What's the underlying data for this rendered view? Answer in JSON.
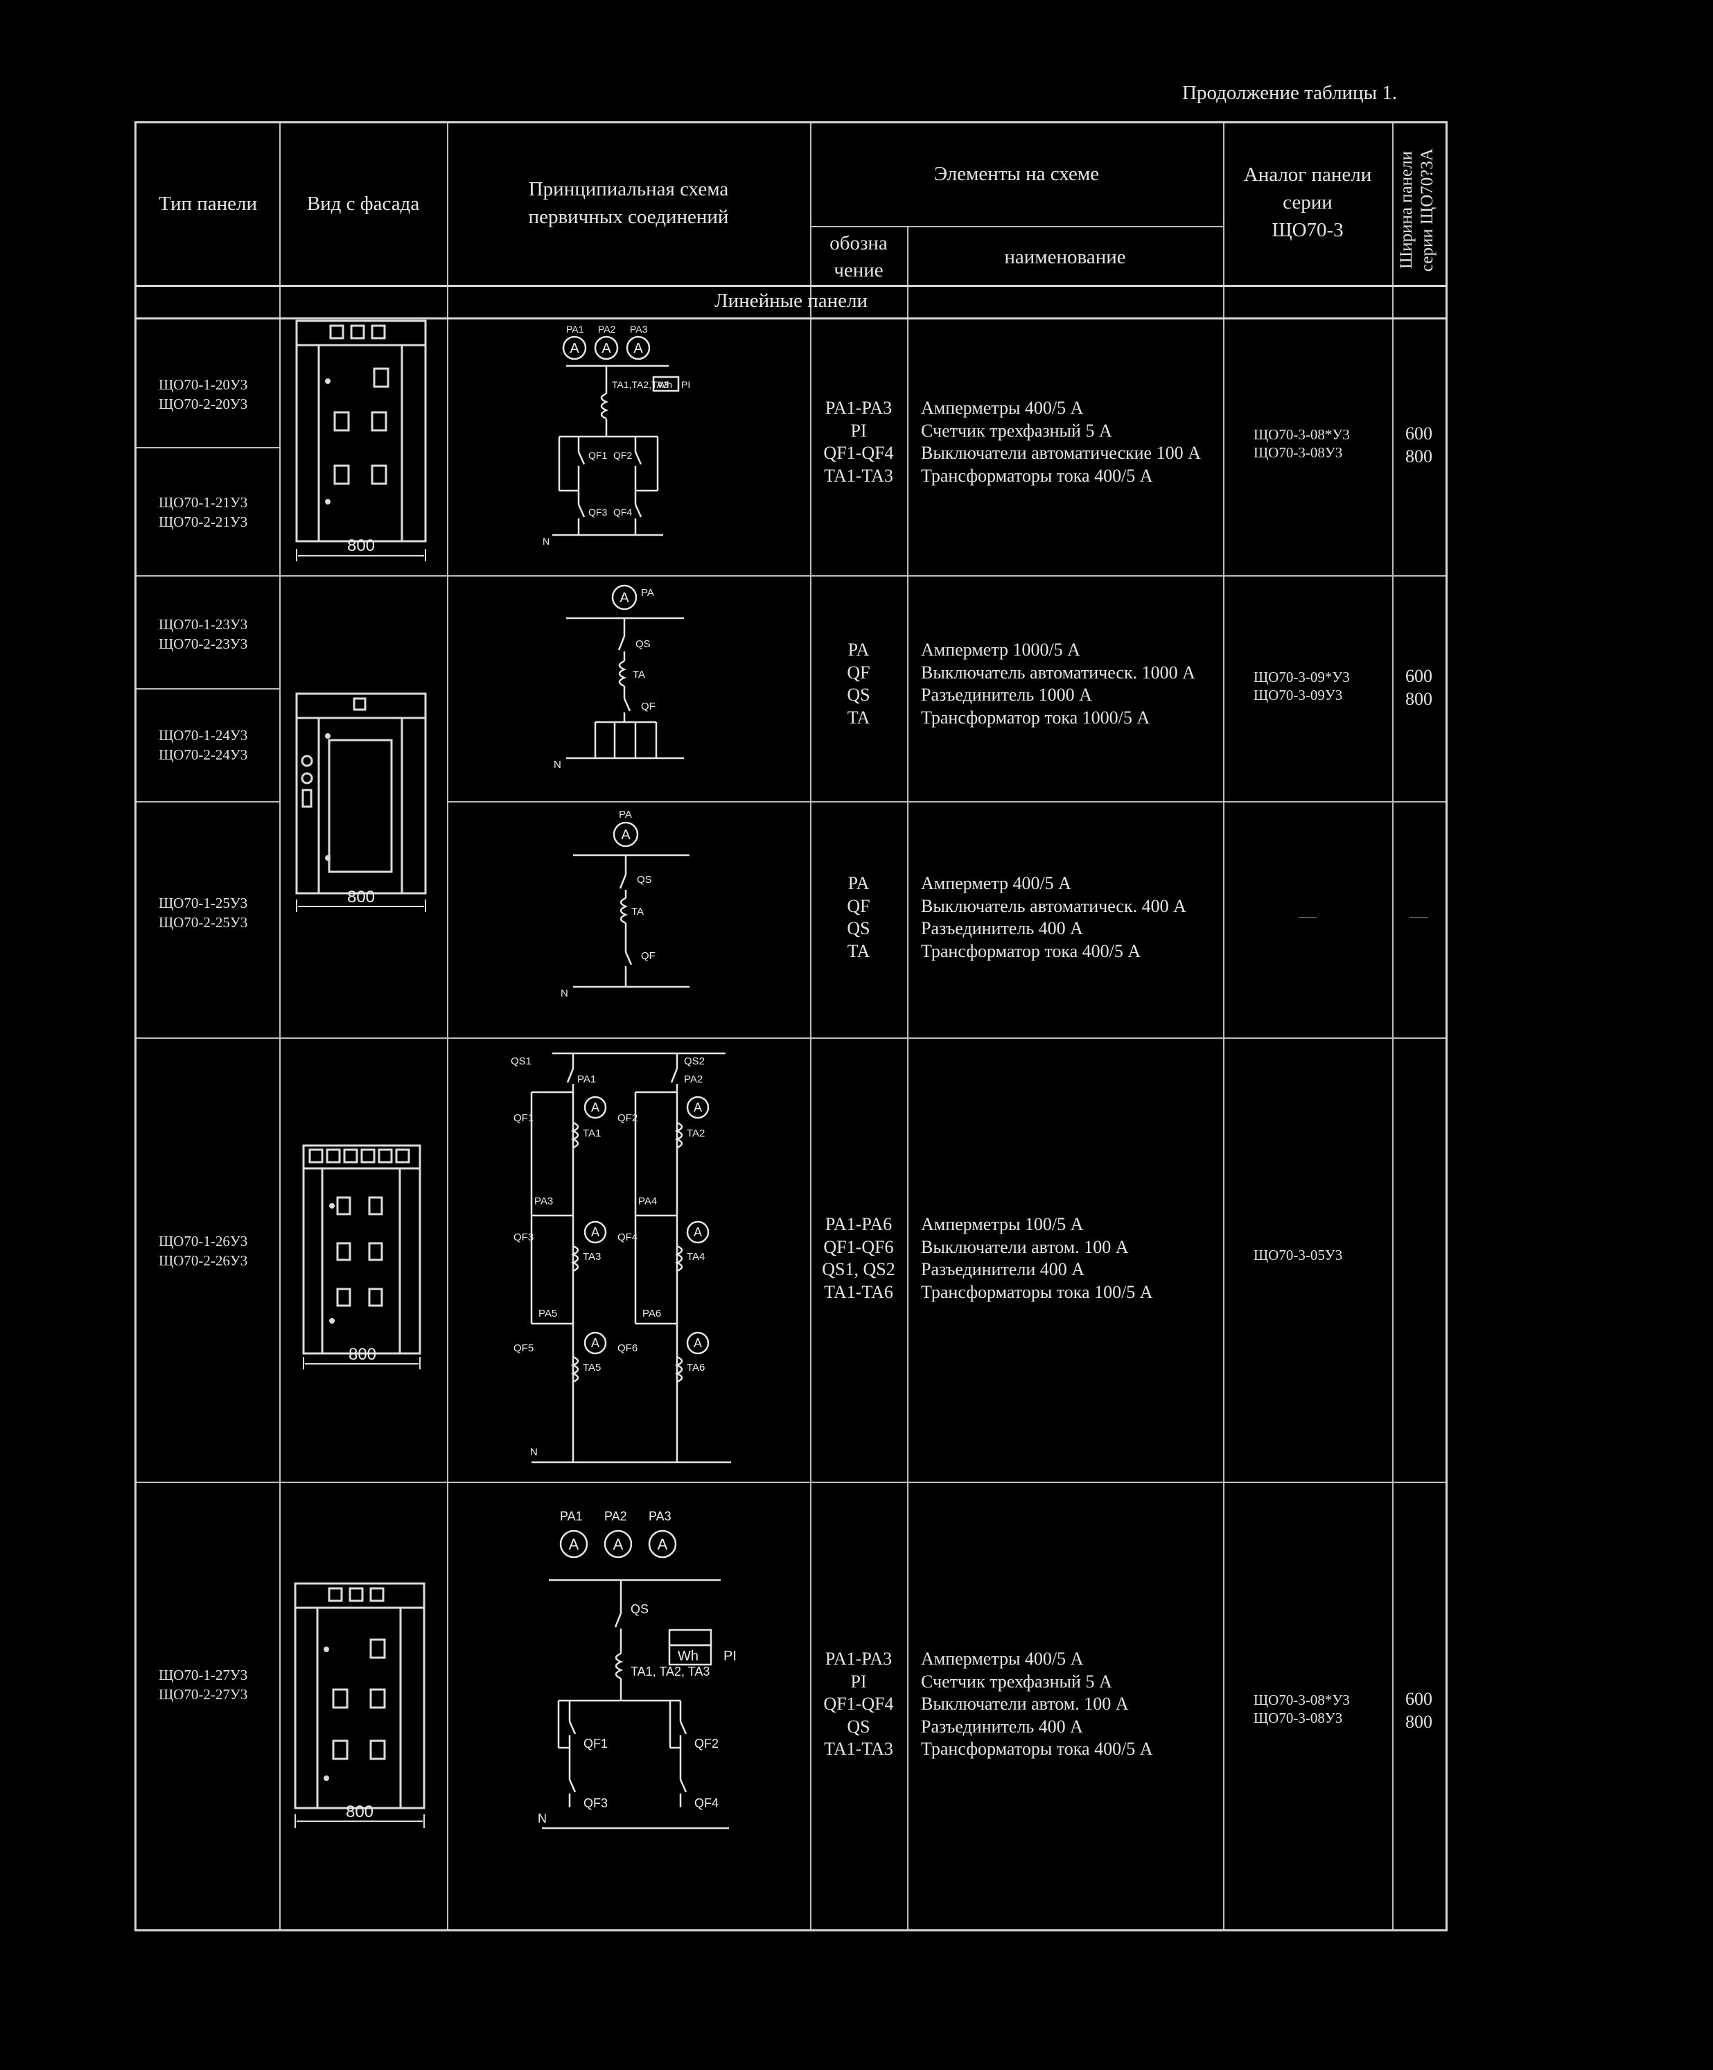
{
  "caption": "Продолжение таблицы 1.",
  "header": {
    "col_type": "Тип панели",
    "col_facade": "Вид с фасада",
    "col_scheme_1": "Принципиальная схема",
    "col_scheme_2": "первичных соединений",
    "col_elements": "Элементы на схеме",
    "col_designation_1": "обозна",
    "col_designation_2": "чение",
    "col_name": "наименование",
    "col_analog_1": "Аналог панели",
    "col_analog_2": "серии",
    "col_analog_3": "ЩО70-3",
    "col_width_1": "Ширина панели",
    "col_width_2": "серии ЩО70?3А"
  },
  "section_title": "Линейные панели",
  "dim_label": "800",
  "rows": [
    {
      "types_a": [
        "ЩО70-1-20У3",
        "ЩО70-2-20У3"
      ],
      "types_b": [
        "ЩО70-1-21У3",
        "ЩО70-2-21У3"
      ],
      "designations": [
        "PA1-PA3",
        "PI",
        "QF1-QF4",
        "TA1-TA3"
      ],
      "names": [
        "Амперметры 400/5 А",
        "Счетчик трехфазный 5 А",
        "Выключатели автоматические 100 А",
        "Трансформаторы тока 400/5 А"
      ],
      "analog": [
        "ЩО70-3-08*У3",
        "ЩО70-3-08У3"
      ],
      "width": [
        "600",
        "800"
      ]
    },
    {
      "types_a": [
        "ЩО70-1-23У3",
        "ЩО70-2-23У3"
      ],
      "types_b": [
        "ЩО70-1-24У3",
        "ЩО70-2-24У3"
      ],
      "designations": [
        "PA",
        "QF",
        "QS",
        "TA"
      ],
      "names": [
        "Амперметр 1000/5 А",
        "Выключатель автоматическ. 1000 А",
        "Разъединитель 1000 А",
        "Трансформатор тока 1000/5 А"
      ],
      "analog": [
        "ЩО70-3-09*У3",
        "ЩО70-3-09У3"
      ],
      "width": [
        "600",
        "800"
      ]
    },
    {
      "types": [
        "ЩО70-1-25У3",
        "ЩО70-2-25У3"
      ],
      "designations": [
        "PA",
        "QF",
        "QS",
        "TA"
      ],
      "names": [
        "Амперметр 400/5 А",
        "Выключатель автоматическ. 400 А",
        "Разъединитель 400 А",
        "Трансформатор тока 400/5 А"
      ],
      "analog": "—",
      "width": "—"
    },
    {
      "types": [
        "ЩО70-1-26У3",
        "ЩО70-2-26У3"
      ],
      "designations": [
        "PA1-PA6",
        "QF1-QF6",
        "QS1, QS2",
        "TA1-TA6"
      ],
      "names": [
        "Амперметры 100/5 А",
        "Выключатели автом. 100 А",
        "Разъединители 400 А",
        "Трансформаторы тока 100/5 А"
      ],
      "analog": "ЩО70-3-05У3"
    },
    {
      "types": [
        "ЩО70-1-27У3",
        "ЩО70-2-27У3"
      ],
      "designations": [
        "PA1-PA3",
        "PI",
        "QF1-QF4",
        "QS",
        "TA1-TA3"
      ],
      "names": [
        "Амперметры 400/5 А",
        "Счетчик трехфазный 5 А",
        "Выключатели автом. 100 А",
        "Разъединитель 400 А",
        "Трансформаторы тока 400/5 А"
      ],
      "analog": [
        "ЩО70-3-08*У3",
        "ЩО70-3-08У3"
      ],
      "width": [
        "600",
        "800"
      ]
    }
  ],
  "schemes": {
    "s1": {
      "pa1": "PA1",
      "pa2": "PA2",
      "pa3": "PA3",
      "ta": "TA1,TA2,TA3",
      "wh": "Wh",
      "pi": "PI",
      "qf1": "QF1",
      "qf2": "QF2",
      "qf3": "QF3",
      "qf4": "QF4",
      "n": "N"
    },
    "s2": {
      "pa": "PA",
      "qs": "QS",
      "ta": "TA",
      "qf": "QF",
      "n": "N"
    },
    "s3": {
      "pa": "PA",
      "qs": "QS",
      "ta": "TA",
      "qf": "QF",
      "n": "N"
    },
    "s4": {
      "qs1": "QS1",
      "qs2": "QS2",
      "pa1": "PA1",
      "pa2": "PA2",
      "pa3": "PA3",
      "pa4": "PA4",
      "pa5": "PA5",
      "pa6": "PA6",
      "qf1": "QF1",
      "qf2": "QF2",
      "qf3": "QF3",
      "qf4": "QF4",
      "qf5": "QF5",
      "qf6": "QF6",
      "ta1": "TA1",
      "ta2": "TA2",
      "ta3": "TA3",
      "ta4": "TA4",
      "ta5": "TA5",
      "ta6": "TA6",
      "n": "N"
    },
    "s5": {
      "pa1": "PA1",
      "pa2": "PA2",
      "pa3": "PA3",
      "qs": "QS",
      "wh": "Wh",
      "pi": "PI",
      "ta": "TA1, TA2, TA3",
      "qf1": "QF1",
      "qf2": "QF2",
      "qf3": "QF3",
      "qf4": "QF4",
      "n": "N"
    }
  },
  "ammeter_symbol": "A"
}
